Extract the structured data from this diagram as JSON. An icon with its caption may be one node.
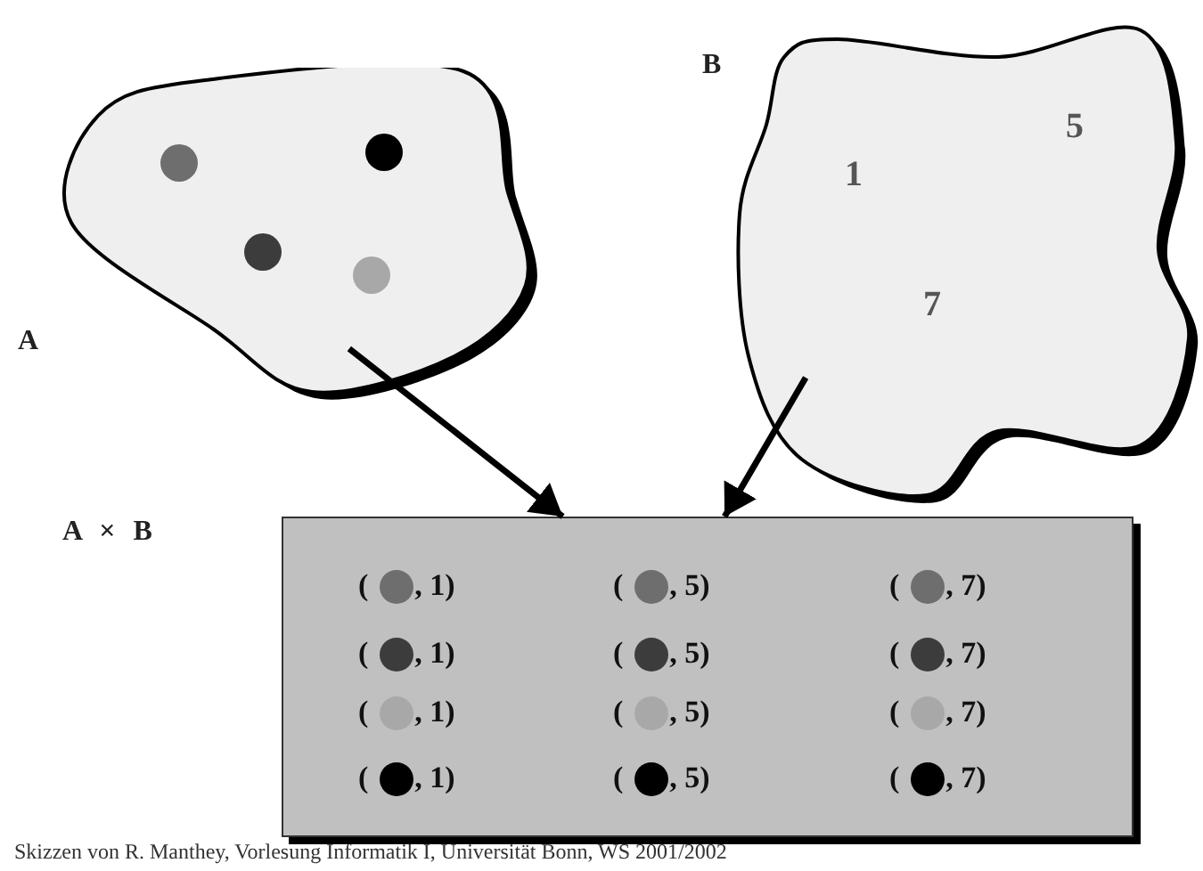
{
  "diagram": {
    "caption": "Skizzen von R. Manthey, Vorlesung Informatik I, Universität Bonn, WS 2001/2002",
    "nodes": [
      {
        "text": [],
        "shape": "cloud",
        "beside": [
          "A"
        ]
      },
      {
        "text": [],
        "shape": "circle",
        "in": 0
      },
      {
        "text": [],
        "shape": "circle",
        "in": 0
      },
      {
        "text": [],
        "shape": "circle",
        "in": 0
      },
      {
        "text": [],
        "shape": "circle",
        "in": 0
      },
      {
        "text": [],
        "shape": "cloud",
        "beside": [
          "B"
        ]
      },
      {
        "text": [
          "5"
        ],
        "in": 5
      },
      {
        "text": [
          "1"
        ],
        "in": 5
      },
      {
        "text": [
          "7"
        ],
        "in": 5
      },
      {
        "text": [],
        "shape": "box"
      },
      {
        "text": [
          "(",
          ", 1)"
        ],
        "in": 9
      },
      {
        "text": [
          "(",
          ", 5)"
        ],
        "in": 9
      },
      {
        "text": [
          "(",
          ", 7)"
        ],
        "in": 9
      },
      {
        "text": [
          "(",
          ", 1)"
        ],
        "in": 9
      },
      {
        "text": [
          "(",
          ", 5)"
        ],
        "in": 9
      },
      {
        "text": [
          "(",
          ", 7)"
        ],
        "in": 9
      },
      {
        "text": [
          "(",
          ", 1)"
        ],
        "in": 9
      },
      {
        "text": [
          "(",
          ", 5)"
        ],
        "in": 9
      },
      {
        "text": [
          "(",
          ", 7)"
        ],
        "in": 9
      },
      {
        "text": [
          "(",
          ", 1)"
        ],
        "in": 9
      },
      {
        "text": [
          "(",
          ", 5)"
        ],
        "in": 9
      },
      {
        "text": [
          "(",
          ", 7)"
        ],
        "in": 9
      }
    ],
    "edges": [
      {
        "from": 0,
        "to": 9,
        "arrow": "to"
      },
      {
        "from": 5,
        "to": 9,
        "arrow": "to"
      }
    ],
    "labels": [
      "A × B"
    ]
  }
}
